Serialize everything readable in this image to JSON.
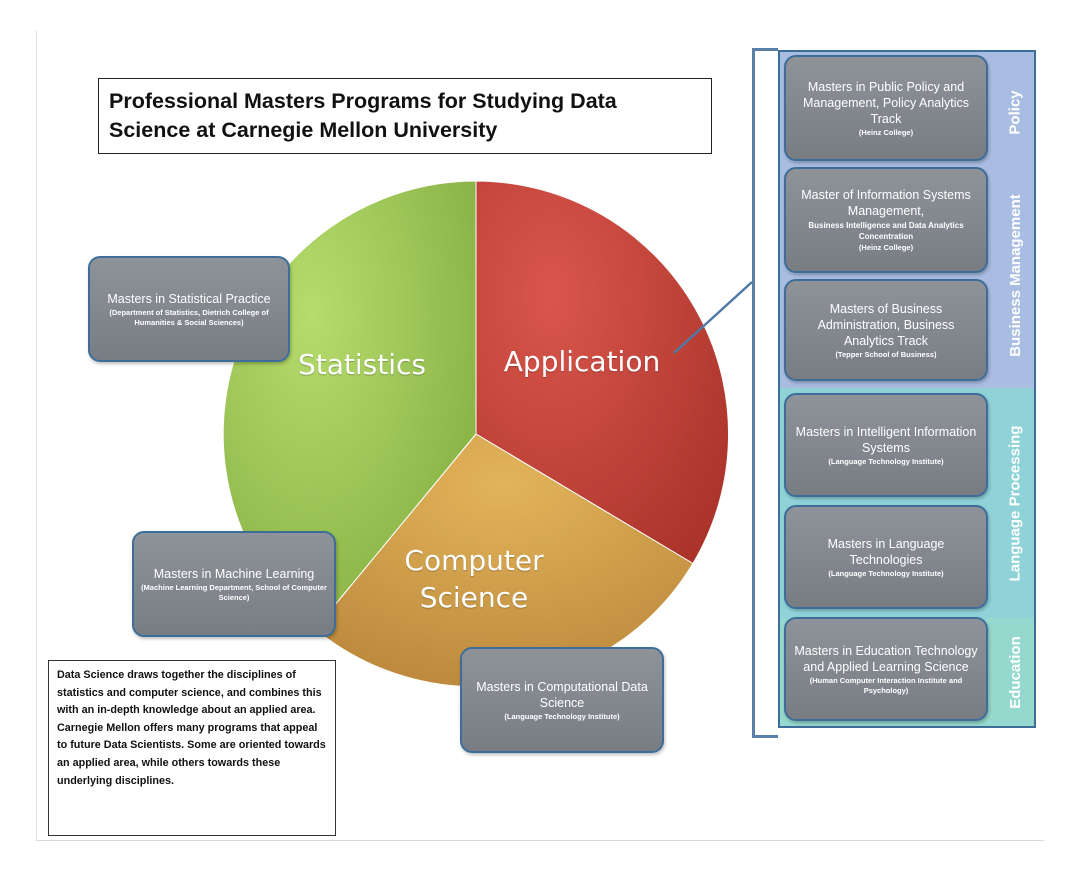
{
  "title": "Professional Masters Programs for Studying Data Science at Carnegie Mellon University",
  "colors": {
    "statistics": "#95c24f",
    "application": "#c9443c",
    "computer_science": "#d2a24a",
    "policy_band": "#a9bde3",
    "language_band": "#8fd3d8",
    "box_border": "#3e6d99"
  },
  "pie": {
    "statistics": "Statistics",
    "application": "Application",
    "computer_science": "Computer Science"
  },
  "programs": {
    "statistical_practice": {
      "name": "Masters in Statistical Practice",
      "dept": "(Department of Statistics, Dietrich College of Humanities & Social Sciences)"
    },
    "machine_learning": {
      "name": "Masters in Machine Learning",
      "dept": "(Machine Learning Department, School of Computer Science)"
    },
    "computational_data_science": {
      "name": "Masters in Computational Data Science",
      "dept": "(Language Technology Institute)"
    },
    "public_policy": {
      "name": "Masters in Public Policy and Management, Policy Analytics Track",
      "dept": "(Heinz College)"
    },
    "info_systems": {
      "name": "Master of Information Systems Management,",
      "sub": "Business Intelligence and Data Analytics Concentration",
      "dept": "(Heinz College)"
    },
    "business_admin": {
      "name": "Masters of Business Administration, Business Analytics Track",
      "dept": "(Tepper School of Business)"
    },
    "intelligent_info": {
      "name": "Masters in Intelligent Information Systems",
      "dept": "(Language Technology Institute)"
    },
    "language_tech": {
      "name": "Masters in Language Technologies",
      "dept": "(Language Technology Institute)"
    },
    "education_tech": {
      "name": "Masters in Education Technology and Applied Learning Science",
      "dept": "(Human Computer Interaction Institute and Psychology)"
    }
  },
  "bands": {
    "policy": "Policy",
    "business": "Business Management",
    "language": "Language Processing",
    "education": "Education"
  },
  "note": "Data Science draws together the disciplines of statistics and computer science, and combines this with an in-depth knowledge about an applied area. Carnegie Mellon offers many programs that appeal to future Data Scientists. Some are oriented towards an applied area, while others towards these underlying disciplines."
}
